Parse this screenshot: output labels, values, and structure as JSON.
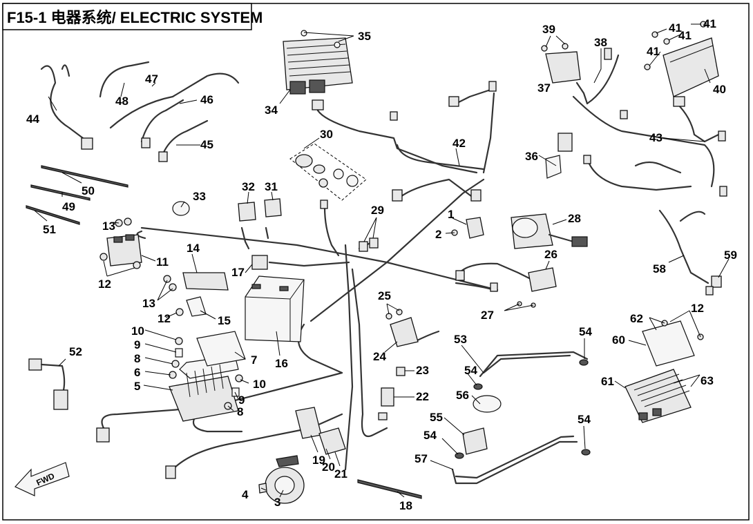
{
  "title": "F15-1 电器系统/ ELECTRIC SYSTEM",
  "fwd_label": "FWD",
  "callouts": [
    "1",
    "2",
    "3",
    "4",
    "5",
    "6",
    "7",
    "8",
    "8",
    "9",
    "9",
    "10",
    "10",
    "11",
    "12",
    "12",
    "12",
    "13",
    "13",
    "14",
    "15",
    "16",
    "17",
    "18",
    "19",
    "20",
    "21",
    "22",
    "23",
    "24",
    "25",
    "26",
    "27",
    "28",
    "29",
    "30",
    "31",
    "32",
    "33",
    "34",
    "35",
    "36",
    "37",
    "38",
    "39",
    "40",
    "41",
    "41",
    "41",
    "41",
    "42",
    "43",
    "44",
    "45",
    "46",
    "47",
    "48",
    "49",
    "50",
    "51",
    "52",
    "53",
    "54",
    "54",
    "54",
    "54",
    "55",
    "56",
    "57",
    "58",
    "59",
    "60",
    "61",
    "62",
    "63"
  ]
}
